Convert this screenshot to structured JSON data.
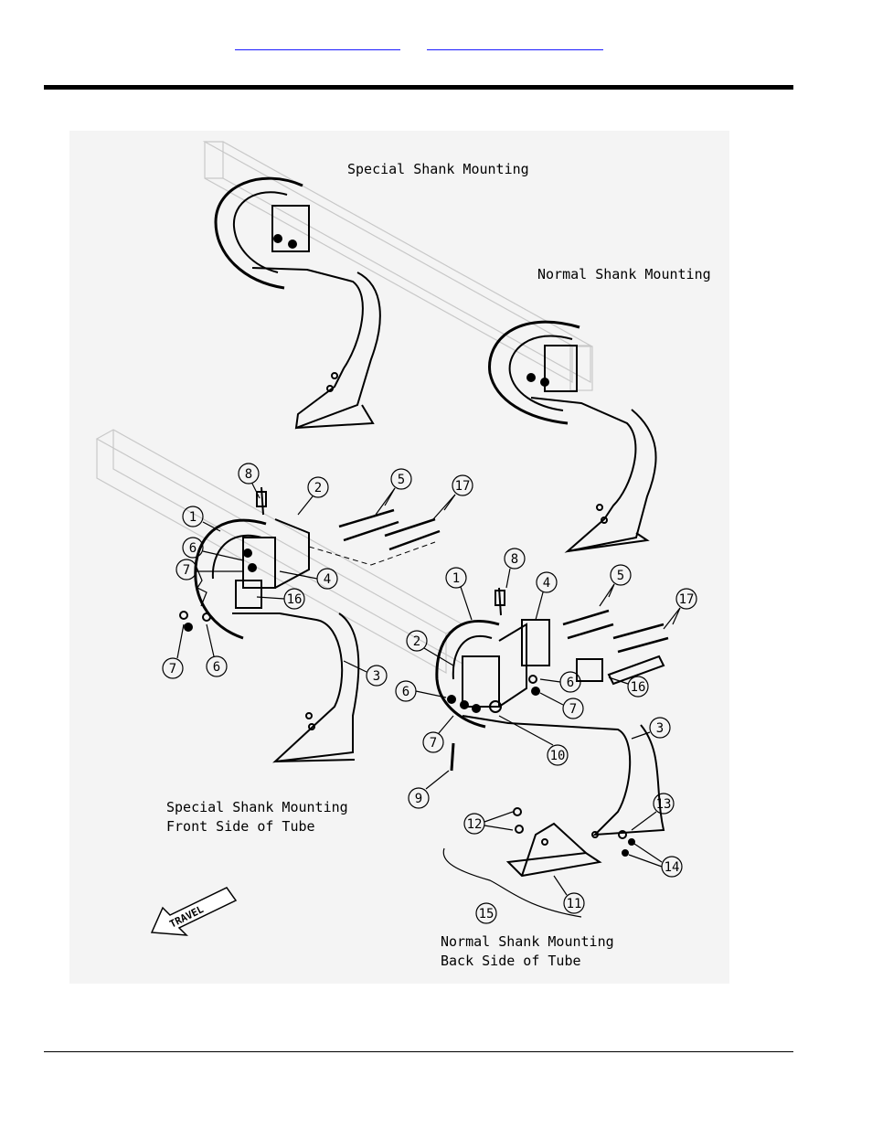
{
  "nav": {
    "link1": "",
    "link2": ""
  },
  "figure": {
    "captions": {
      "special_top": "Special Shank Mounting",
      "normal_top": "Normal Shank Mounting",
      "special_bottom_l1": "Special Shank Mounting",
      "special_bottom_l2": "Front Side of Tube",
      "normal_bottom_l1": "Normal Shank Mounting",
      "normal_bottom_l2": "Back Side of Tube",
      "travel": "TRAVEL"
    },
    "callouts_left": [
      "8",
      "2",
      "1",
      "6",
      "7",
      "4",
      "16",
      "7",
      "6",
      "3",
      "5",
      "17"
    ],
    "callouts_right": [
      "8",
      "4",
      "5",
      "17",
      "1",
      "2",
      "6",
      "6",
      "7",
      "16",
      "7",
      "10",
      "3",
      "9",
      "13",
      "12",
      "14",
      "11",
      "15"
    ]
  },
  "colors": {
    "link": "#1a1aff",
    "figure_bg": "#f4f4f4",
    "ink": "#000000"
  }
}
